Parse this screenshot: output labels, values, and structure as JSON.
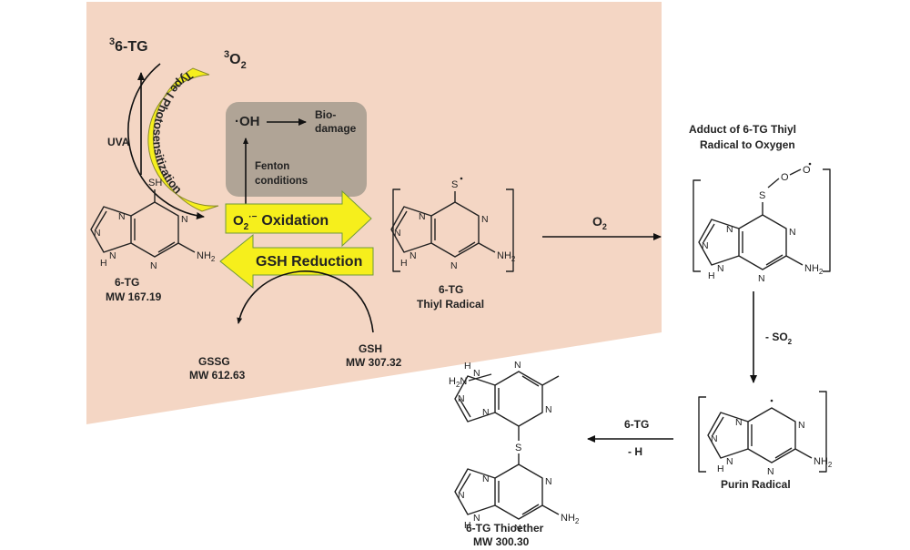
{
  "colors": {
    "panel": "#f4d6c4",
    "gray_box": "#b0a496",
    "yellow": "#f6ef1c",
    "green_edge": "#6f9a3a",
    "ink": "#222222"
  },
  "labels": {
    "tg_triplet": "6-TG",
    "tg_triplet_sup": "3",
    "o2_triplet": "O",
    "o2_triplet_sup": "3",
    "o2_triplet_sub": "2",
    "type1": "Type I Photosensitization",
    "uva": "UVA",
    "oh": "OH",
    "bio1": "Bio-",
    "bio2": "damage",
    "fenton1": "Fenton",
    "fenton2": "conditions",
    "oxidation": "Oxidation",
    "o2_rad": "O",
    "o2_rad_sub": "2",
    "reduction": "GSH Reduction",
    "tg_name": "6-TG",
    "tg_mw": "MW 167.19",
    "thiyl1": "6-TG",
    "thiyl2": "Thiyl Radical",
    "gssg": "GSSG",
    "gssg_mw": "MW 612.63",
    "gsh": "GSH",
    "gsh_mw": "MW 307.32",
    "o2_step": "O",
    "o2_step_sub": "2",
    "adduct1": "Adduct of 6-TG Thiyl",
    "adduct2": "Radical to Oxygen",
    "so2": "- SO",
    "so2_sub": "2",
    "purin": "Purin Radical",
    "step_tg": "6-TG",
    "step_h": "- H",
    "thioether1": "6-TG Thioether",
    "thioether2": "MW 300.30"
  },
  "atoms": {
    "S": "S",
    "SH": "SH",
    "N": "N",
    "H": "H",
    "NH": "NH",
    "O": "O",
    "NH2": "NH",
    "NH2_sub": "2",
    "H2N": "H",
    "H2N_sub": "2",
    "H2N_tail": "N"
  }
}
